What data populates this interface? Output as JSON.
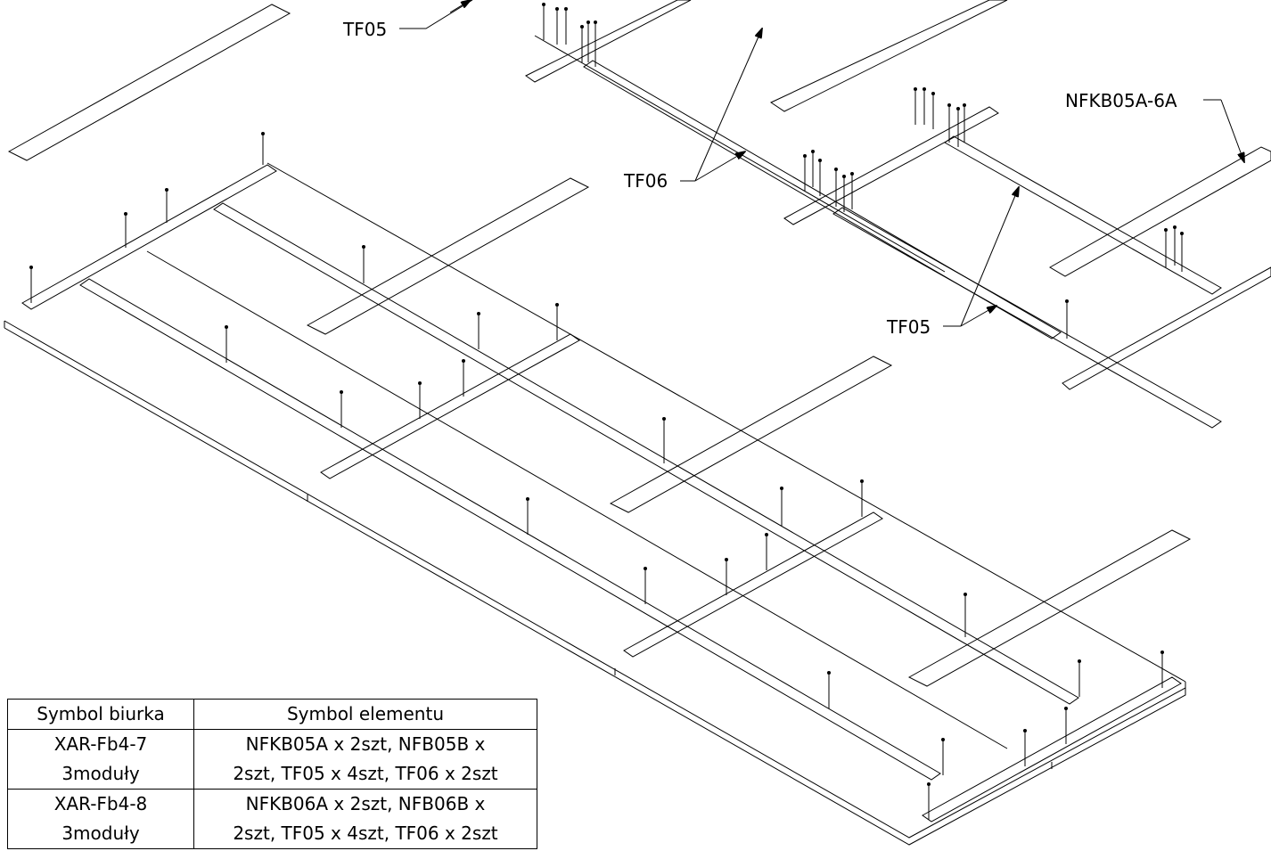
{
  "callouts": {
    "tf05_top": "TF05",
    "tf06": "TF06",
    "nfkb": "NFKB05A-6A",
    "tf05_mid": "TF05"
  },
  "table": {
    "headers": [
      "Symbol biurka",
      "Symbol elementu"
    ],
    "rows": [
      {
        "desk": "XAR-Fb4-7\n3moduły",
        "elements": "NFKB05A x 2szt, NFB05B x\n2szt, TF05 x 4szt, TF06 x 2szt"
      },
      {
        "desk": "XAR-Fb4-8\n3moduły",
        "elements": "NFKB06A x 2szt, NFB06B x\n2szt, TF05 x 4szt, TF06 x 2szt"
      }
    ]
  }
}
